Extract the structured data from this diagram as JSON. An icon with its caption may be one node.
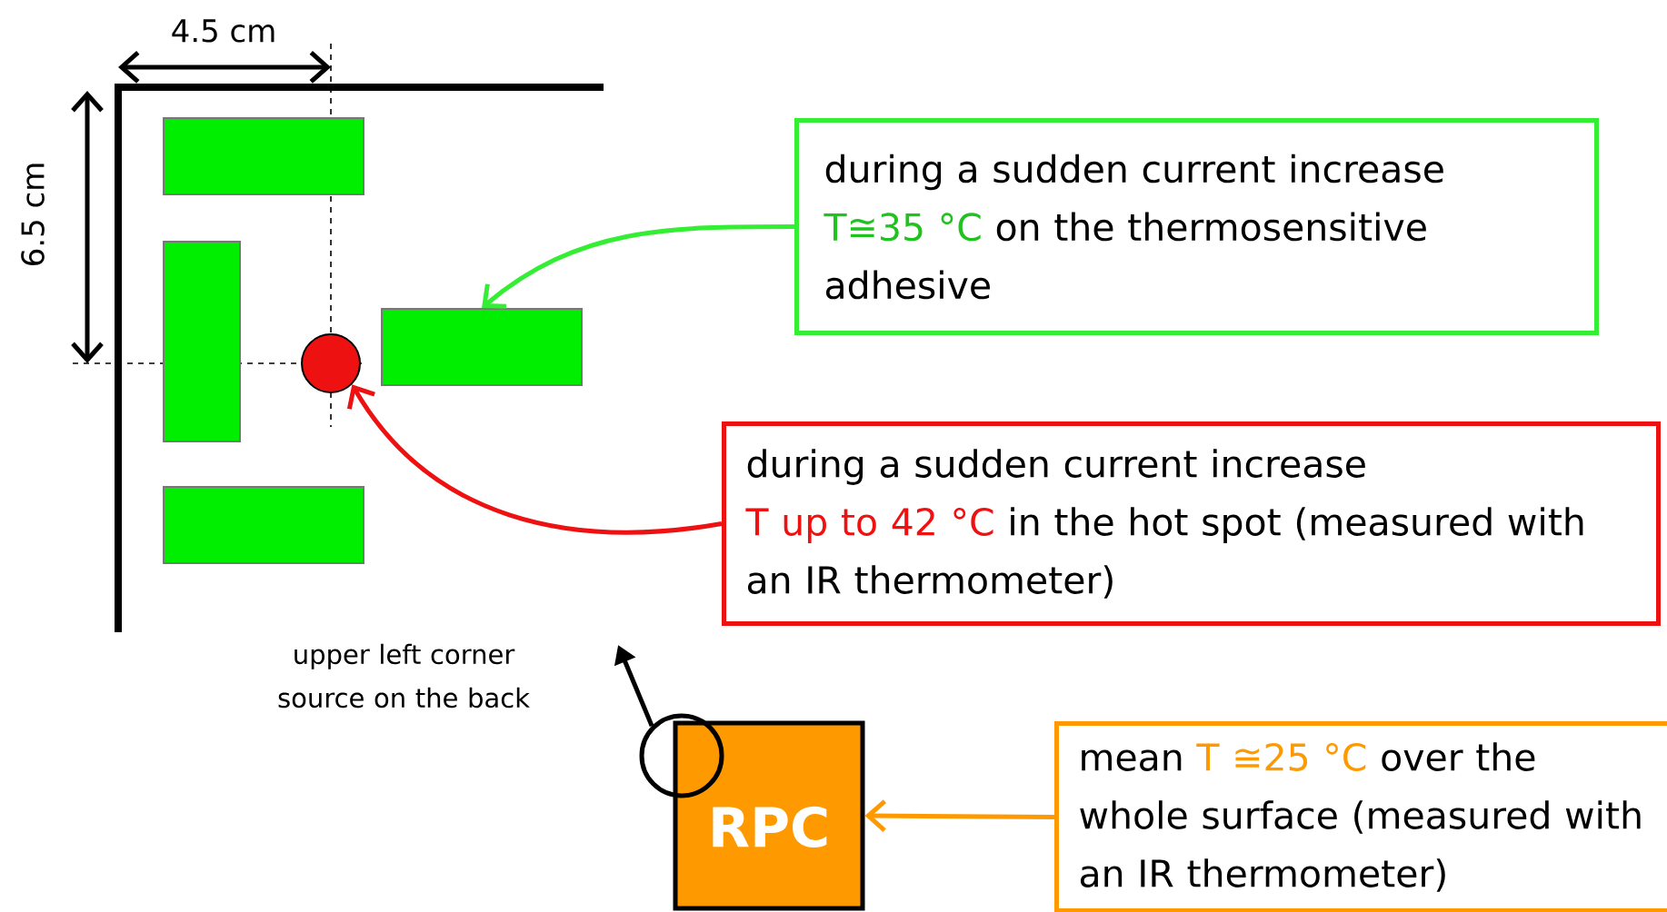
{
  "diagram": {
    "nodes": [
      {
        "text": [],
        "shape": "box"
      },
      {
        "text": [],
        "shape": "box"
      },
      {
        "text": [],
        "shape": "box"
      },
      {
        "text": [],
        "shape": "box"
      },
      {
        "text": [],
        "shape": "circle"
      },
      {
        "text": [
          "during a sudden current increase",
          "T≅35 °C",
          "on the thermosensitive adhesive"
        ]
      },
      {
        "text": [
          "during a sudden current increase",
          "T up to 42 °C",
          "in the hot spot (measured with an IR thermometer)"
        ]
      },
      {
        "text": [
          "RPC"
        ]
      },
      {
        "text": [],
        "shape": "circle"
      },
      {
        "text": [
          "mean",
          "T ≅25 °C",
          "over the whole surface (measured with an IR thermometer)"
        ]
      }
    ],
    "edges": [
      {
        "from": 5,
        "to": 2,
        "arrow": "to",
        "color": "#33ee33"
      },
      {
        "from": 6,
        "to": 4,
        "arrow": "to",
        "color": "#ee1111"
      },
      {
        "from": 9,
        "to": 7,
        "arrow": "to",
        "color": "#ff9900"
      },
      {
        "from": 8,
        "to": null,
        "arrow": "to",
        "color": "#000000"
      }
    ],
    "labels": [
      "4.5 cm",
      "6.5 cm",
      "upper left corner source on the back"
    ]
  }
}
